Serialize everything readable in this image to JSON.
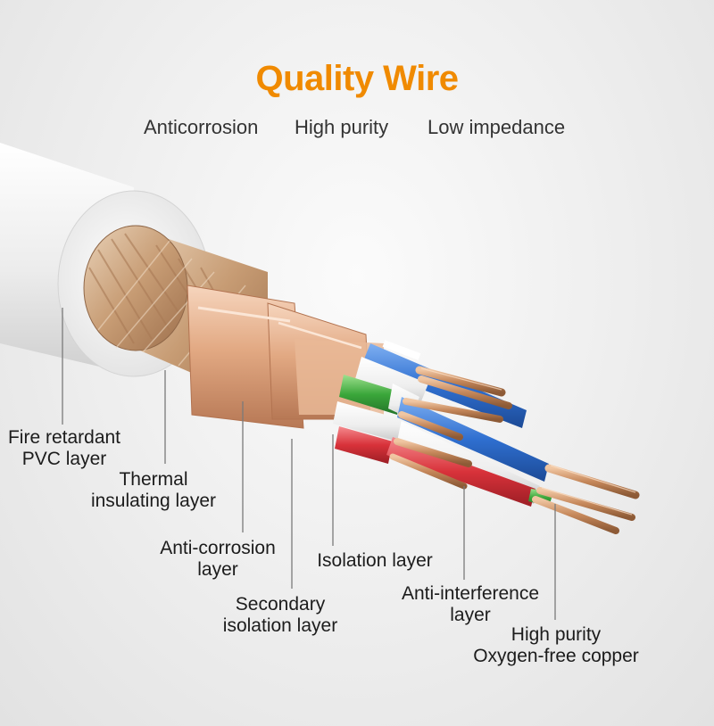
{
  "header": {
    "title": "Quality Wire",
    "features": [
      "Anticorrosion",
      "High purity",
      "Low impedance"
    ]
  },
  "labels": {
    "fire_retardant": [
      "Fire retardant",
      "PVC layer"
    ],
    "thermal": [
      "Thermal",
      "insulating layer"
    ],
    "anti_corrosion": [
      "Anti-corrosion",
      "layer"
    ],
    "isolation": [
      "Isolation layer"
    ],
    "secondary": [
      "Secondary",
      "isolation layer"
    ],
    "anti_interference": [
      "Anti-interference",
      "layer"
    ],
    "copper": [
      "High purity",
      "Oxygen-free copper"
    ]
  },
  "colors": {
    "accent": "#f08a00",
    "jacket": "#f4f4f4",
    "braid": "#c9a07a",
    "shield": "#e7b48f",
    "wire_blue": "#2f6fd0",
    "wire_green": "#3aa63a",
    "wire_red": "#d8323a",
    "wire_white": "#f7f7f7",
    "copper": "#c98a5a",
    "leader": "#777777"
  }
}
